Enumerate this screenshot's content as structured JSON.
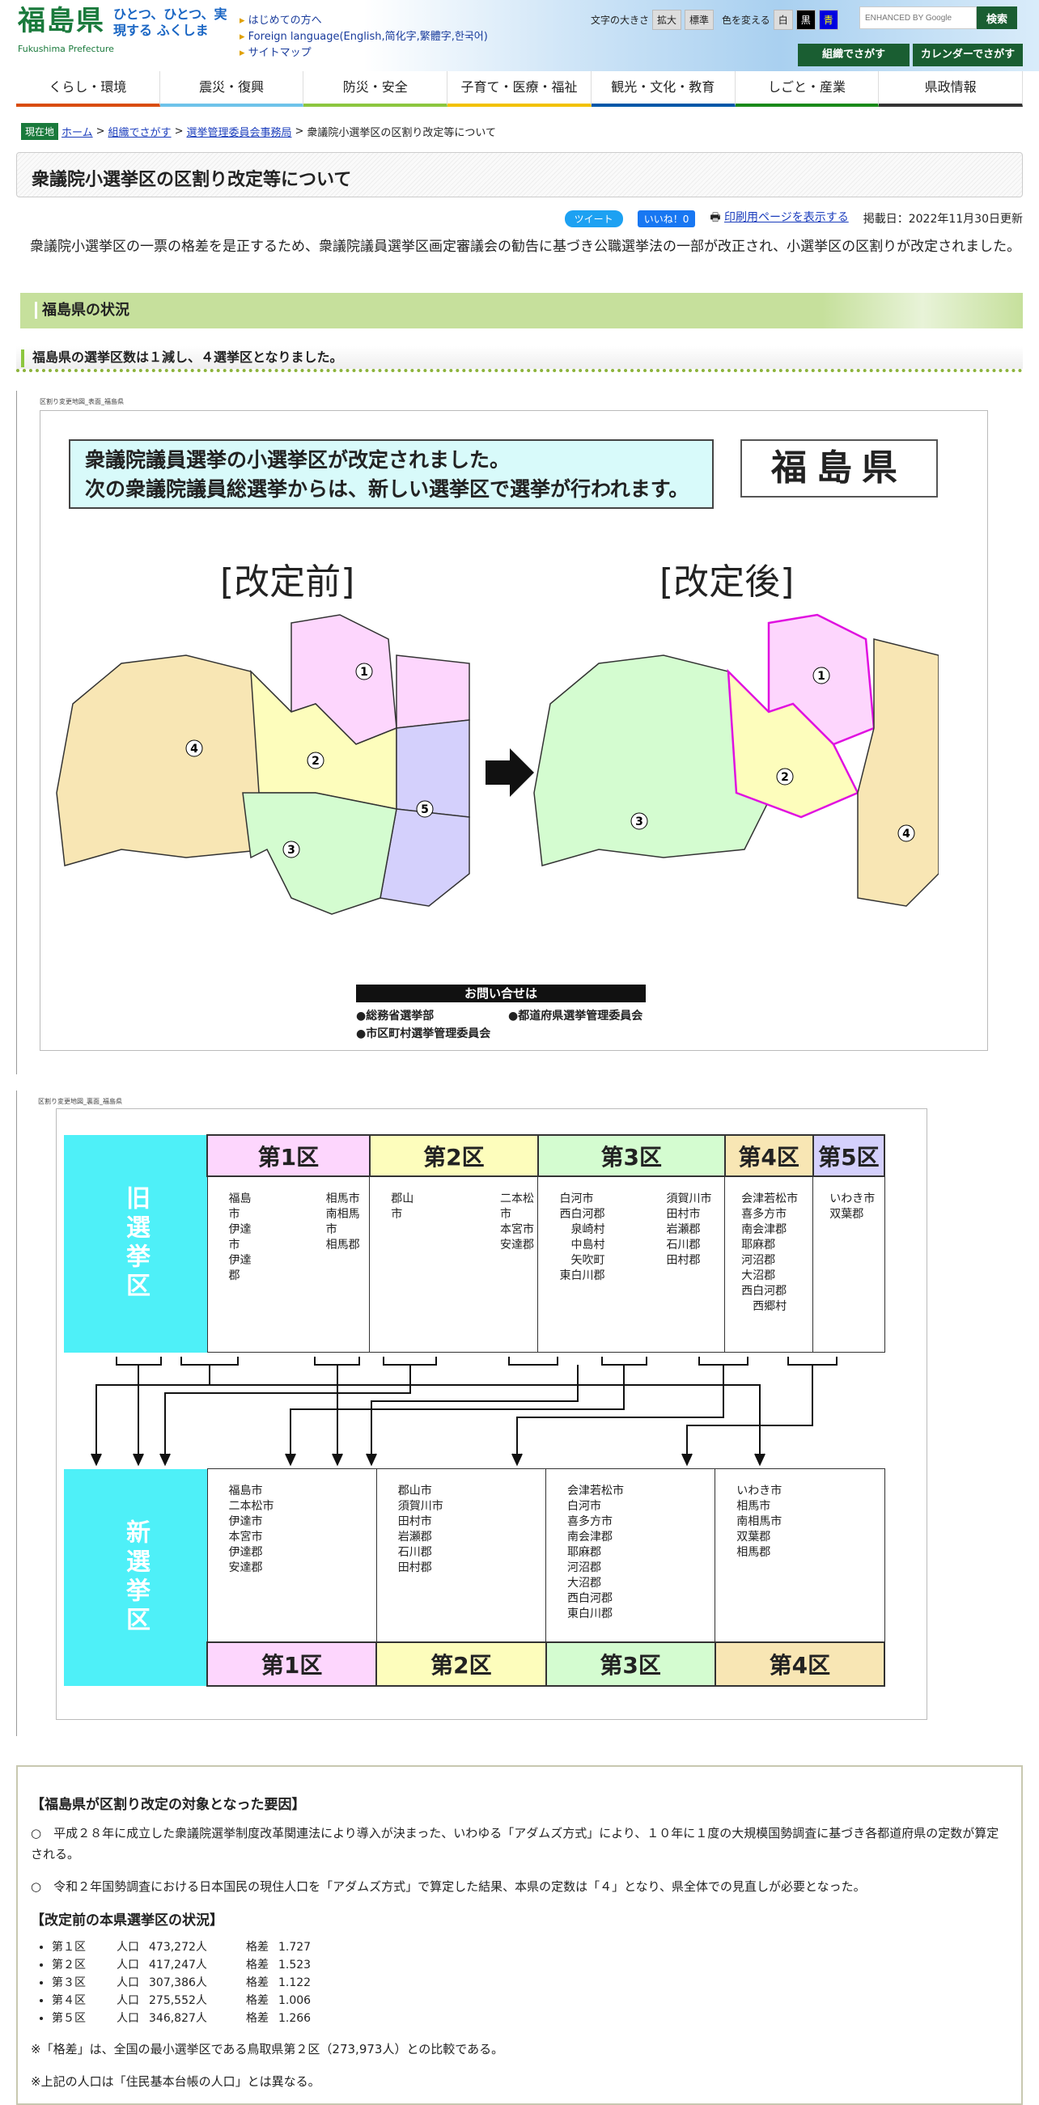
{
  "header": {
    "logo": "福島県",
    "logo_sub": "Fukushima Prefecture",
    "slogan": "ひとつ、ひとつ、実現する ふくしま",
    "links": [
      "はじめての方へ",
      "Foreign language(English,简化字,繁體字,한국어)",
      "サイトマップ"
    ],
    "font_size_label": "文字の大きさ",
    "font_enlarge": "拡大",
    "font_standard": "標準",
    "color_label": "色を変える",
    "color_white": "白",
    "color_black": "黒",
    "color_blue": "青",
    "search_placeholder": "ENHANCED BY Google",
    "search_button": "検索",
    "org_search": "組織でさがす",
    "calendar_search": "カレンダーでさがす"
  },
  "nav": [
    {
      "label": "くらし・環境",
      "color": "#d94c0e"
    },
    {
      "label": "震災・復興",
      "color": "#6ec3ea"
    },
    {
      "label": "防災・安全",
      "color": "#8cc63f"
    },
    {
      "label": "子育て・医療・福祉",
      "color": "#f2c200"
    },
    {
      "label": "観光・文化・教育",
      "color": "#0057a8"
    },
    {
      "label": "しごと・産業",
      "color": "#1a8a1a"
    },
    {
      "label": "県政情報",
      "color": "#333333"
    }
  ],
  "breadcrumb": {
    "here": "現在地",
    "items": [
      "ホーム",
      "組織でさがす",
      "選挙管理委員会事務局"
    ],
    "current": "衆議院小選挙区の区割り改定等について",
    "sep": ">"
  },
  "page": {
    "title": "衆議院小選挙区の区割り改定等について",
    "tweet": "ツイート",
    "like": "いいね！0",
    "print": "印刷用ページを表示する",
    "date": "掲載日：2022年11月30日更新",
    "intro": "衆議院小選挙区の一票の格差を是正するため、衆議院議員選挙区画定審議会の勧告に基づき公職選挙法の一部が改正され、小選挙区の区割りが改定されました。",
    "h2": "福島県の状況",
    "h3": "福島県の選挙区数は１減し、４選挙区となりました。"
  },
  "image1": {
    "caption": "区割り変更地図_表面_福島県",
    "notice1": "衆議院議員選挙の小選挙区が改定されました。",
    "notice2": "次の衆議院議員総選挙からは、新しい選挙区で選挙が行われます。",
    "pref": "福島県",
    "before": "[改定前]",
    "after": "[改定後]",
    "inquiry": "お問い合せは",
    "contacts": [
      "●総務省選挙部",
      "●都道府県選挙管理委員会",
      "●市区町村選挙管理委員会"
    ],
    "before_districts": [
      "1",
      "2",
      "3",
      "4",
      "5"
    ],
    "after_districts": [
      "1",
      "2",
      "3",
      "4"
    ]
  },
  "image2": {
    "caption": "区割り変更地図_裏面_福島県",
    "old_label": "旧選挙区",
    "new_label": "新選挙区",
    "old": [
      {
        "name": "第1区",
        "color": "#fdd6fd",
        "a": [
          "福島市",
          "伊達市",
          "伊達郡"
        ],
        "b": [
          "相馬市",
          "南相馬市",
          "相馬郡"
        ]
      },
      {
        "name": "第2区",
        "color": "#fdfdbc",
        "a": [
          "郡山市"
        ],
        "b": [
          "二本松市",
          "本宮市",
          "安達郡"
        ]
      },
      {
        "name": "第3区",
        "color": "#d4fcd0",
        "a": [
          "白河市",
          "西白河郡",
          "　泉崎村",
          "　中島村",
          "　矢吹町",
          "東白川郡"
        ],
        "b": [
          "須賀川市",
          "田村市",
          "岩瀬郡",
          "石川郡",
          "田村郡"
        ]
      },
      {
        "name": "第4区",
        "color": "#f8e6b4",
        "a": [
          "会津若松市",
          "喜多方市",
          "南会津郡",
          "耶麻郡",
          "河沼郡",
          "大沼郡",
          "西白河郡",
          "　西郷村"
        ],
        "b": []
      },
      {
        "name": "第5区",
        "color": "#d4d0fc",
        "a": [
          "いわき市",
          "双葉郡"
        ],
        "b": []
      }
    ],
    "new": [
      {
        "name": "第1区",
        "color": "#fdd6fd",
        "a": [
          "福島市",
          "二本松市",
          "伊達市",
          "本宮市",
          "伊達郡",
          "安達郡"
        ]
      },
      {
        "name": "第2区",
        "color": "#fdfdbc",
        "a": [
          "郡山市",
          "須賀川市",
          "田村市",
          "岩瀬郡",
          "石川郡",
          "田村郡"
        ]
      },
      {
        "name": "第3区",
        "color": "#d4fcd0",
        "a": [
          "会津若松市",
          "白河市",
          "喜多方市",
          "南会津郡",
          "耶麻郡",
          "河沼郡",
          "大沼郡",
          "西白河郡",
          "東白川郡"
        ]
      },
      {
        "name": "第4区",
        "color": "#f8e6b4",
        "a": [
          "いわき市",
          "相馬市",
          "南相馬市",
          "双葉郡",
          "相馬郡"
        ]
      }
    ]
  },
  "reasons": {
    "h1": "【福島県が区割り改定の対象となった要因】",
    "p1": "○　平成２８年に成立した衆議院選挙制度改革関連法により導入が決まった、いわゆる「アダムズ方式」により、１０年に１度の大規模国勢調査に基づき各都道府県の定数が算定される。",
    "p2": "○　令和２年国勢調査における日本国民の現住人口を「アダムズ方式」で算定した結果、本県の定数は「４」となり、県全体での見直しが必要となった。",
    "h2": "【改定前の本県選挙区の状況】",
    "pop_label": "人口",
    "gap_label": "格差",
    "rows": [
      {
        "d": "第１区",
        "pop": "473,272人",
        "gap": "1.727"
      },
      {
        "d": "第２区",
        "pop": "417,247人",
        "gap": "1.523"
      },
      {
        "d": "第３区",
        "pop": "307,386人",
        "gap": "1.122"
      },
      {
        "d": "第４区",
        "pop": "275,552人",
        "gap": "1.006"
      },
      {
        "d": "第５区",
        "pop": "346,827人",
        "gap": "1.266"
      }
    ],
    "note1": "※「格差」は、全国の最小選挙区である鳥取県第２区（273,973人）との比較である。",
    "note2": "※上記の人口は「住民基本台帳の人口」とは異なる。"
  }
}
